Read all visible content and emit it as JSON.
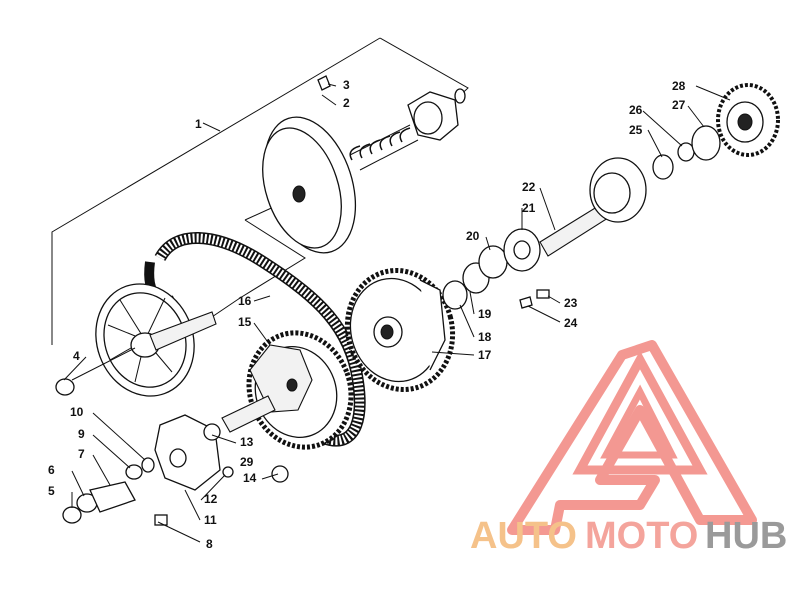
{
  "diagram": {
    "callouts": {
      "c1": "1",
      "c2": "2",
      "c3": "3",
      "c4": "4",
      "c5": "5",
      "c6": "6",
      "c7": "7",
      "c8": "8",
      "c9": "9",
      "c10": "10",
      "c11": "11",
      "c12": "12",
      "c13": "13",
      "c14": "14",
      "c15": "15",
      "c16": "16",
      "c17": "17",
      "c18": "18",
      "c19": "19",
      "c20": "20",
      "c21": "21",
      "c22": "22",
      "c23": "23",
      "c24": "24",
      "c25": "25",
      "c26": "26",
      "c27": "27",
      "c28": "28",
      "c29": "29"
    }
  },
  "watermark": {
    "part1": "AUTO",
    "part2": "MOTO",
    "part3": "HUB",
    "colors": {
      "auto": "#f5c28a",
      "moto": "#f4a49c",
      "hub": "#9a9a9a",
      "triangle": "#f2877f"
    }
  }
}
